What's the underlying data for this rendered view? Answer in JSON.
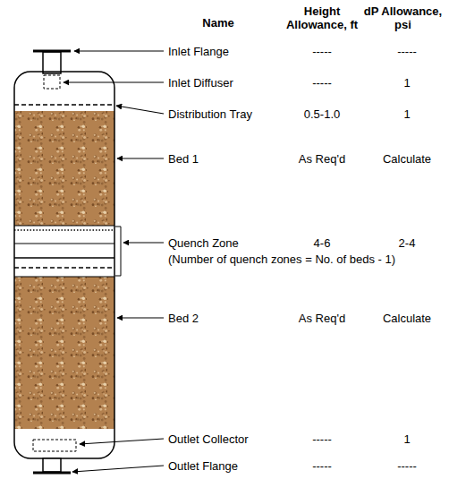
{
  "diagram": {
    "labels": [
      "Name",
      "Height Allowance, ft",
      "dP Allowance, psi",
      "Inlet Flange",
      "-----",
      "-----",
      "Inlet Diffuser",
      "-----",
      "1",
      "Distribution Tray",
      "0.5-1.0",
      "1",
      "Bed 1",
      "As Req'd",
      "Calculate",
      "Quench Zone",
      "4-6",
      "2-4",
      "(Number of quench zones = No. of beds - 1)",
      "Bed 2",
      "As Req'd",
      "Calculate",
      "Outlet Collector",
      "-----",
      "1",
      "Outlet Flange",
      "-----",
      "-----"
    ]
  }
}
